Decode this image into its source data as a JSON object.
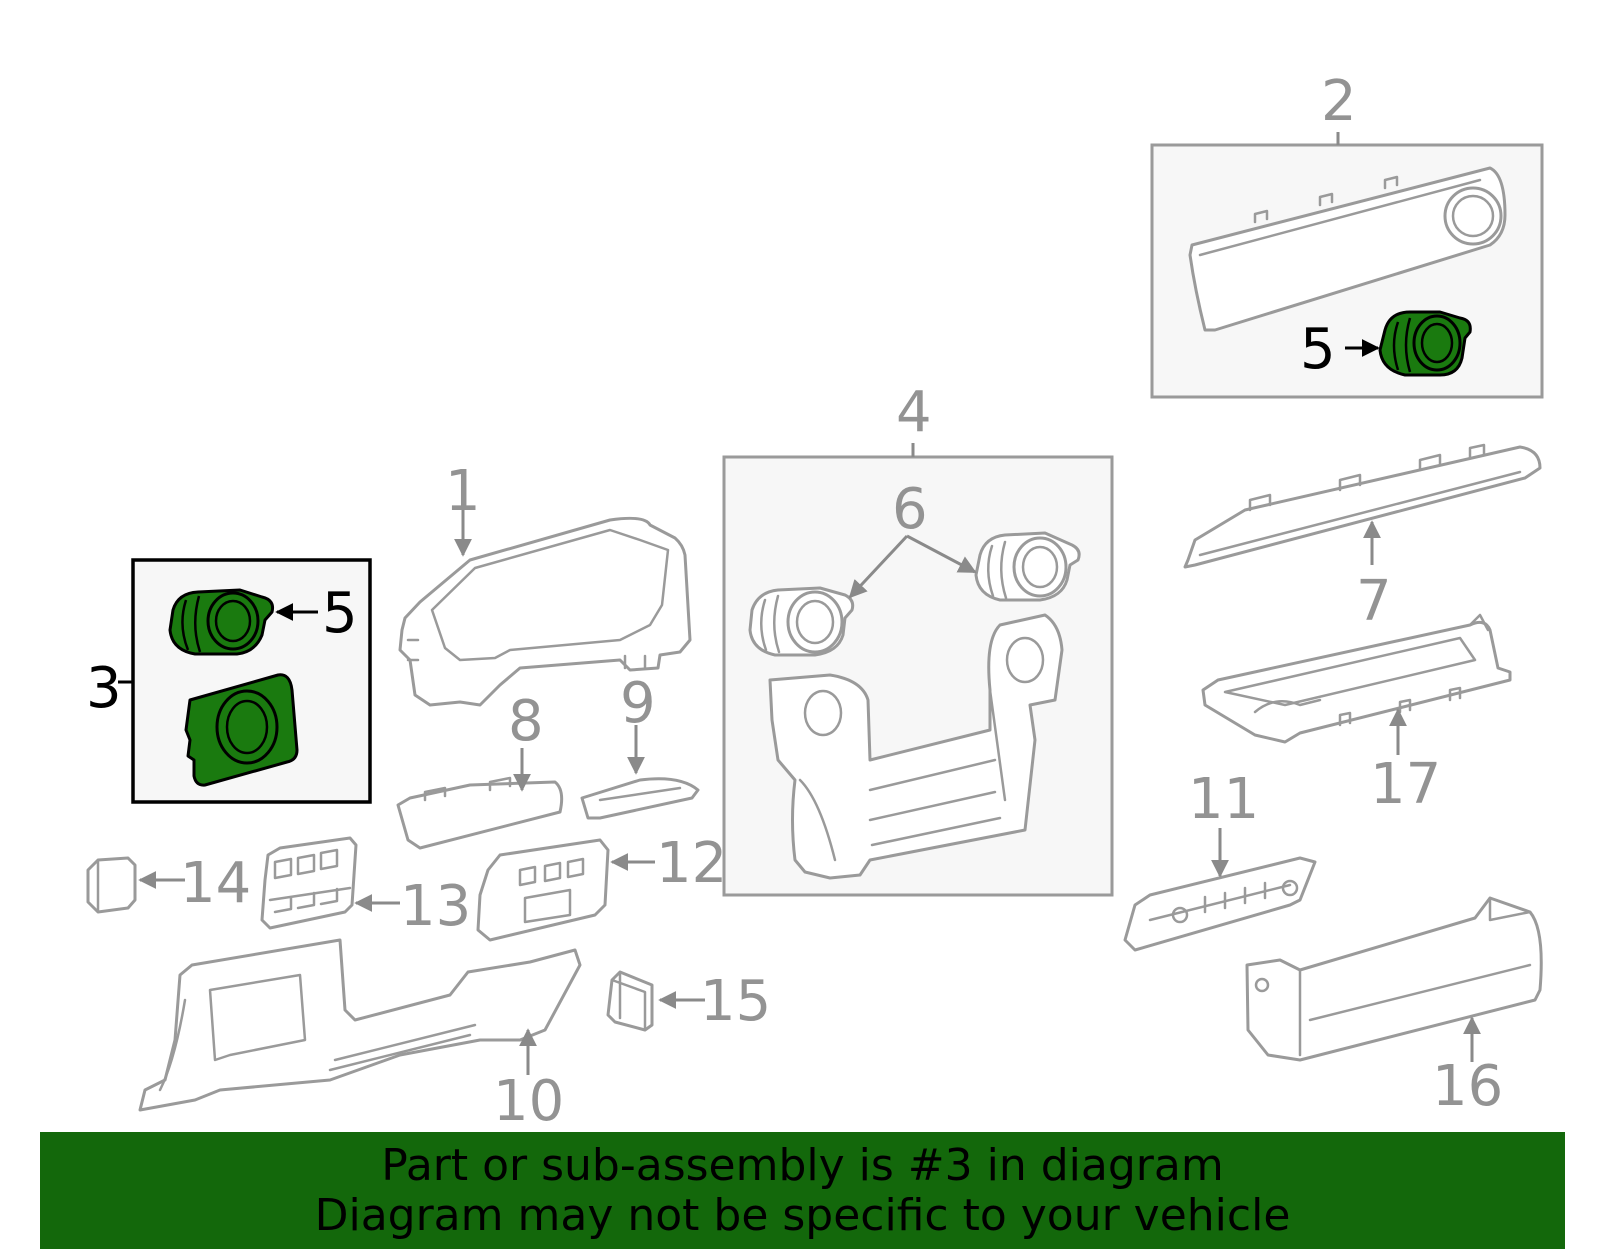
{
  "colors": {
    "highlight": "#1a7a0f",
    "banner": "#13680b",
    "part_line": "#9a9a9a"
  },
  "callouts": {
    "n1": "1",
    "n2": "2",
    "n3": "3",
    "n4": "4",
    "n5a": "5",
    "n5b": "5",
    "n6": "6",
    "n7": "7",
    "n8": "8",
    "n9": "9",
    "n10": "10",
    "n11": "11",
    "n12": "12",
    "n13": "13",
    "n14": "14",
    "n15": "15",
    "n16": "16",
    "n17": "17"
  },
  "banner": {
    "line1": "Part or sub-assembly is #3 in diagram",
    "line2": "Diagram may not be specific to your vehicle"
  }
}
